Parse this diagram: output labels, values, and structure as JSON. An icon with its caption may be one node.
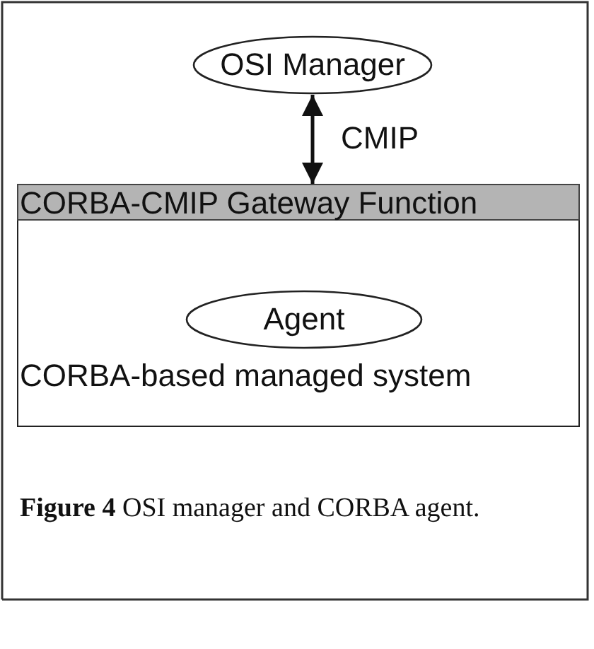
{
  "diagram": {
    "caption": "**Figure 4** OSI manager and CORBA agent.",
    "nodes": [
      {
        "text": [
          "OSI Manager"
        ]
      },
      {
        "text": [
          "CORBA-based managed system"
        ]
      },
      {
        "text": [
          "CORBA-CMIP Gateway Function"
        ],
        "in": 1
      },
      {
        "text": [
          "Agent"
        ],
        "in": 1
      }
    ],
    "edges": [
      {
        "from": 0,
        "to": 2,
        "arrow": "both",
        "label": "CMIP"
      }
    ]
  }
}
